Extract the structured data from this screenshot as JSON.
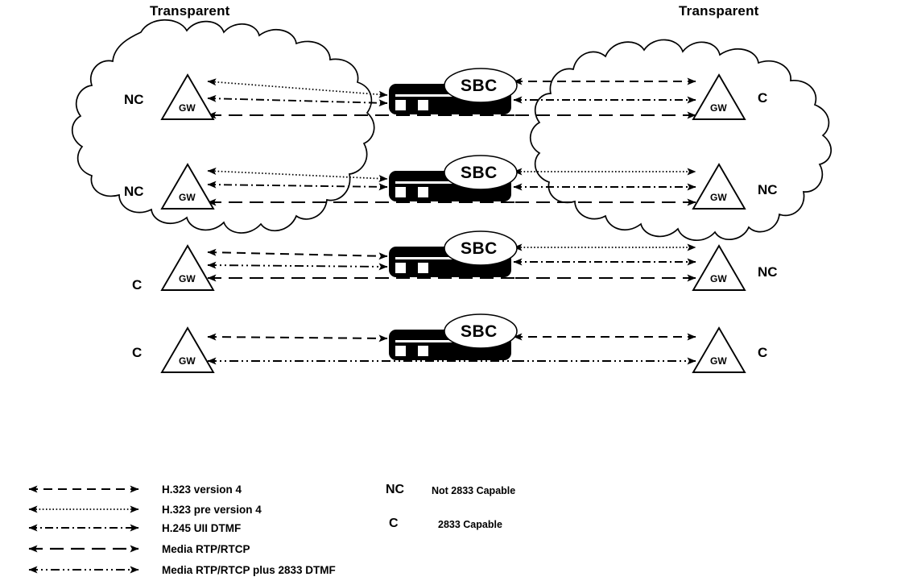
{
  "diagram": {
    "title_left": "Transparent",
    "title_right": "Transparent",
    "node_label": "GW",
    "device_label": "SBC",
    "left_cloud": {
      "name": "left-transparent-cloud",
      "rows": [
        {
          "label": "NC"
        },
        {
          "label": "NC"
        },
        {
          "label": "C"
        },
        {
          "label": "C"
        }
      ]
    },
    "right_cloud": {
      "name": "right-transparent-cloud",
      "rows": [
        {
          "label": "C"
        },
        {
          "label": "NC"
        },
        {
          "label": "NC"
        },
        {
          "label": "C"
        }
      ]
    },
    "rows": [
      {
        "index": 1,
        "left_label": "NC",
        "right_label": "C",
        "left_links": [
          "H.323 pre version 4",
          "H.245 UII DTMF",
          "Media RTP/RTCP"
        ],
        "right_links": [
          "H.323 version 4",
          "H.245 UII DTMF",
          "Media RTP/RTCP"
        ]
      },
      {
        "index": 2,
        "left_label": "NC",
        "right_label": "NC",
        "left_links": [
          "H.323 pre version 4",
          "H.245 UII DTMF",
          "Media RTP/RTCP"
        ],
        "right_links": [
          "H.323 pre version 4",
          "H.245 UII DTMF",
          "Media RTP/RTCP"
        ]
      },
      {
        "index": 3,
        "left_label": "C",
        "right_label": "NC",
        "left_links": [
          "H.323 version 4",
          "Media RTP/RTCP plus 2833 DTMF",
          "Media RTP/RTCP"
        ],
        "right_links": [
          "H.323 pre version 4",
          "H.245 UII DTMF",
          "Media RTP/RTCP"
        ]
      },
      {
        "index": 4,
        "left_label": "C",
        "right_label": "C",
        "left_links": [
          "H.323 version 4",
          "Media RTP/RTCP plus 2833 DTMF"
        ],
        "right_links": [
          "H.323 version 4",
          "Media RTP/RTCP plus 2833 DTMF"
        ]
      }
    ]
  },
  "legend": {
    "lines": [
      {
        "style": "dashed",
        "label": "H.323 version 4"
      },
      {
        "style": "dotted",
        "label": "H.323 pre version 4"
      },
      {
        "style": "dashdot",
        "label": "H.245 UII DTMF"
      },
      {
        "style": "longdash",
        "label": "Media RTP/RTCP"
      },
      {
        "style": "dashdotdot",
        "label": "Media RTP/RTCP plus 2833 DTMF"
      }
    ],
    "keys": [
      {
        "key": "NC",
        "meaning": "Not 2833 Capable"
      },
      {
        "key": "C",
        "meaning": "2833 Capable"
      }
    ]
  },
  "colors": {
    "stroke": "#000000",
    "background": "#ffffff",
    "device_fill": "#000000",
    "device_detail": "#ffffff"
  }
}
